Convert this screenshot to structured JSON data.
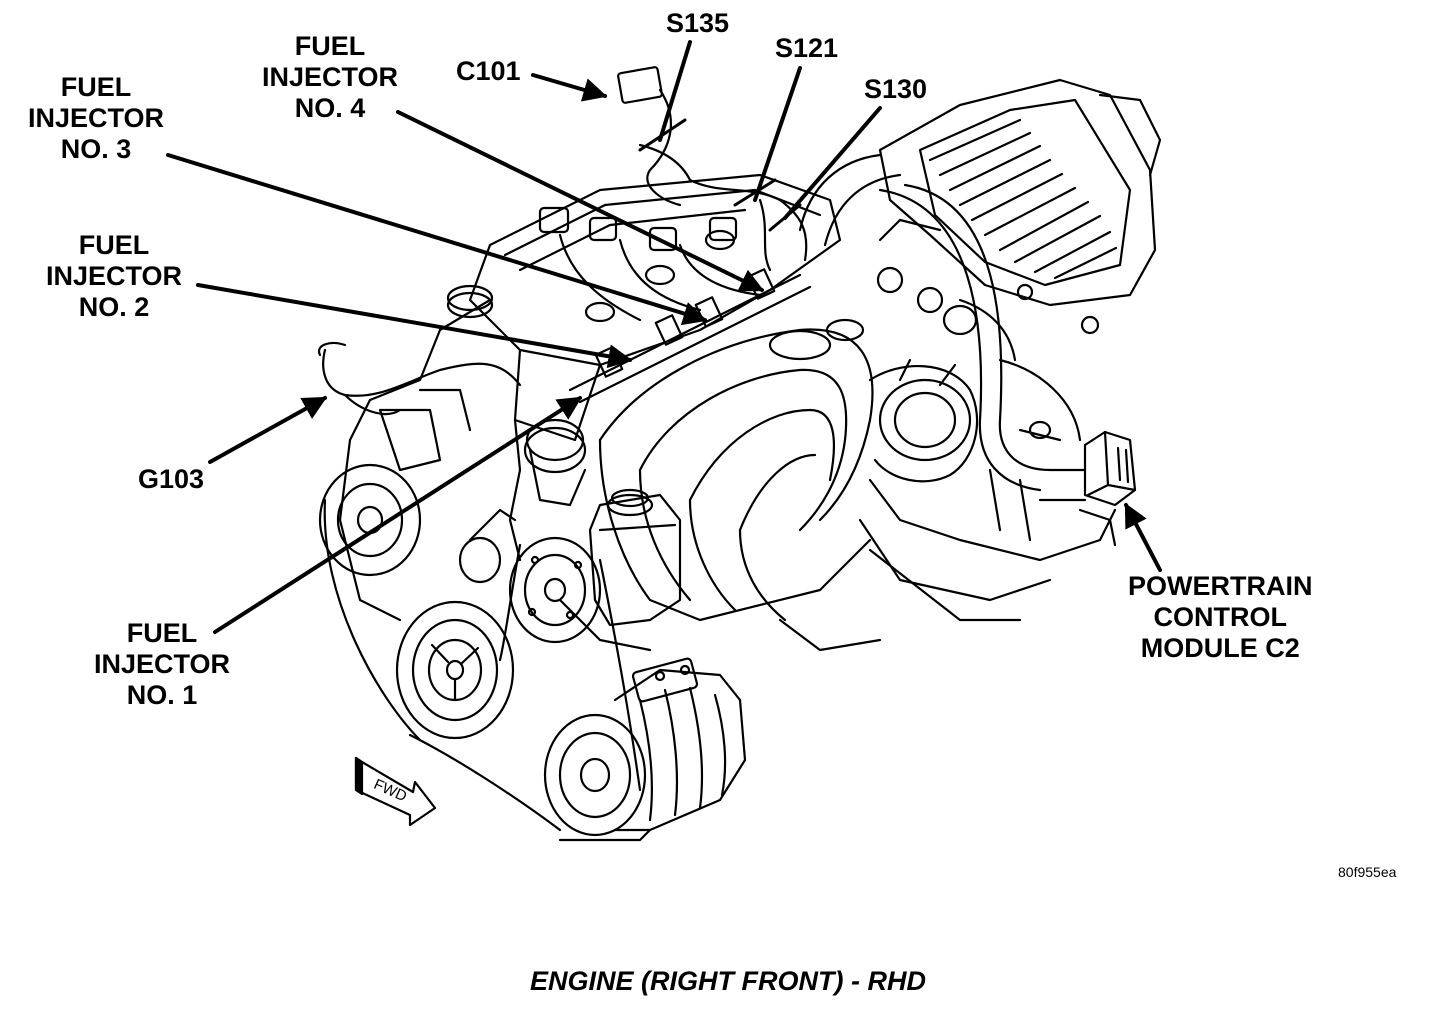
{
  "callouts": {
    "c101": "C101",
    "s135": "S135",
    "s121": "S121",
    "s130": "S130",
    "inj4": [
      "FUEL",
      "INJECTOR",
      "NO. 4"
    ],
    "inj3": [
      "FUEL",
      "INJECTOR",
      "NO. 3"
    ],
    "inj2": [
      "FUEL",
      "INJECTOR",
      "NO. 2"
    ],
    "inj1": [
      "FUEL",
      "INJECTOR",
      "NO. 1"
    ],
    "g103": "G103",
    "pcm": [
      "POWERTRAIN",
      "CONTROL",
      "MODULE C2"
    ]
  },
  "fwd_label": "FWD",
  "figure_id": "80f955ea",
  "caption": "ENGINE (RIGHT FRONT) - RHD"
}
